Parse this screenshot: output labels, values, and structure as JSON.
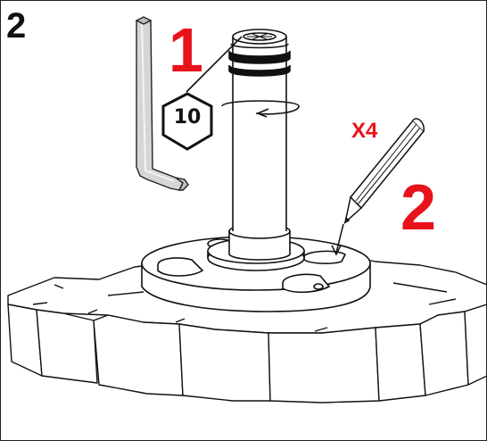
{
  "step_number": "2",
  "callouts": {
    "first": "1",
    "second": "2",
    "quantity": "X4",
    "tool_size": "10"
  },
  "colors": {
    "callout_red": "#e8121b",
    "line": "#111111",
    "tool_gray": "#d6d6d6"
  },
  "icons": {
    "tool": "allen-key-icon",
    "marker": "pencil-icon",
    "rotation": "rotate-arrow-icon"
  }
}
